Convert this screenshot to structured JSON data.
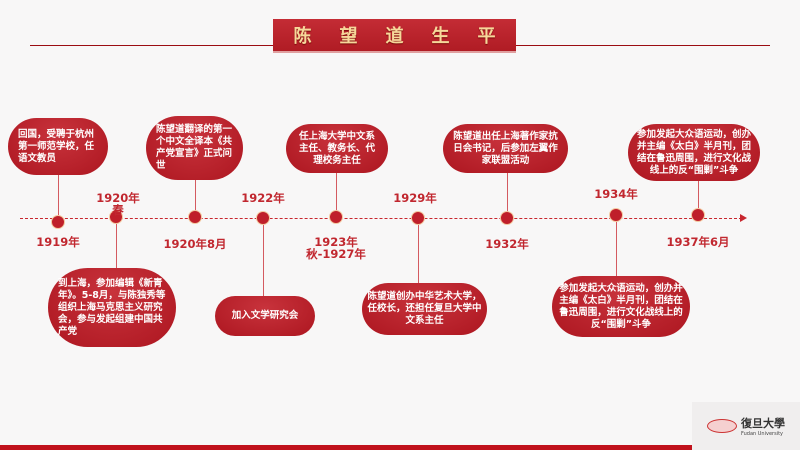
{
  "title_chars": [
    "陈",
    "望",
    "道",
    "生",
    "平"
  ],
  "events": [
    {
      "year": "1919年",
      "text": "回国，受聘于杭州第一师范学校，任语文教员"
    },
    {
      "year": "1920年春",
      "text": "到上海，参加编辑《新青年》。5-8月，与陈独秀等组织上海马克思主义研究会，参与发起组建中国共产党"
    },
    {
      "year": "1920年8月",
      "text": "陈望道翻译的第一个中文全译本《共产党宣言》正式问世"
    },
    {
      "year": "1922年",
      "text": "加入文学研究会"
    },
    {
      "year": "1923年秋-1927年",
      "text": "任上海大学中文系主任、教务长、代理校务主任"
    },
    {
      "year": "1929年",
      "text": "陈望道创办中华艺术大学，任校长，还担任复旦大学中文系主任"
    },
    {
      "year": "1932年",
      "text": "陈望道出任上海著作家抗日会书记，后参加左翼作家联盟活动"
    },
    {
      "year": "1934年",
      "text": "参加发起大众语运动，创办并主编《太白》半月刊，团结在鲁迅周围，进行文化战线上的反“围剿”斗争"
    },
    {
      "year": "1937年6月",
      "text": "参加发起大众语运动，创办并主编《太白》半月刊，团结在鲁迅周围，进行文化战线上的反“围剿”斗争"
    }
  ],
  "logo": {
    "name": "復旦大學",
    "sub": "Fudan University"
  },
  "colors": {
    "accent": "#c1272f",
    "title_text": "#f6d89a"
  }
}
